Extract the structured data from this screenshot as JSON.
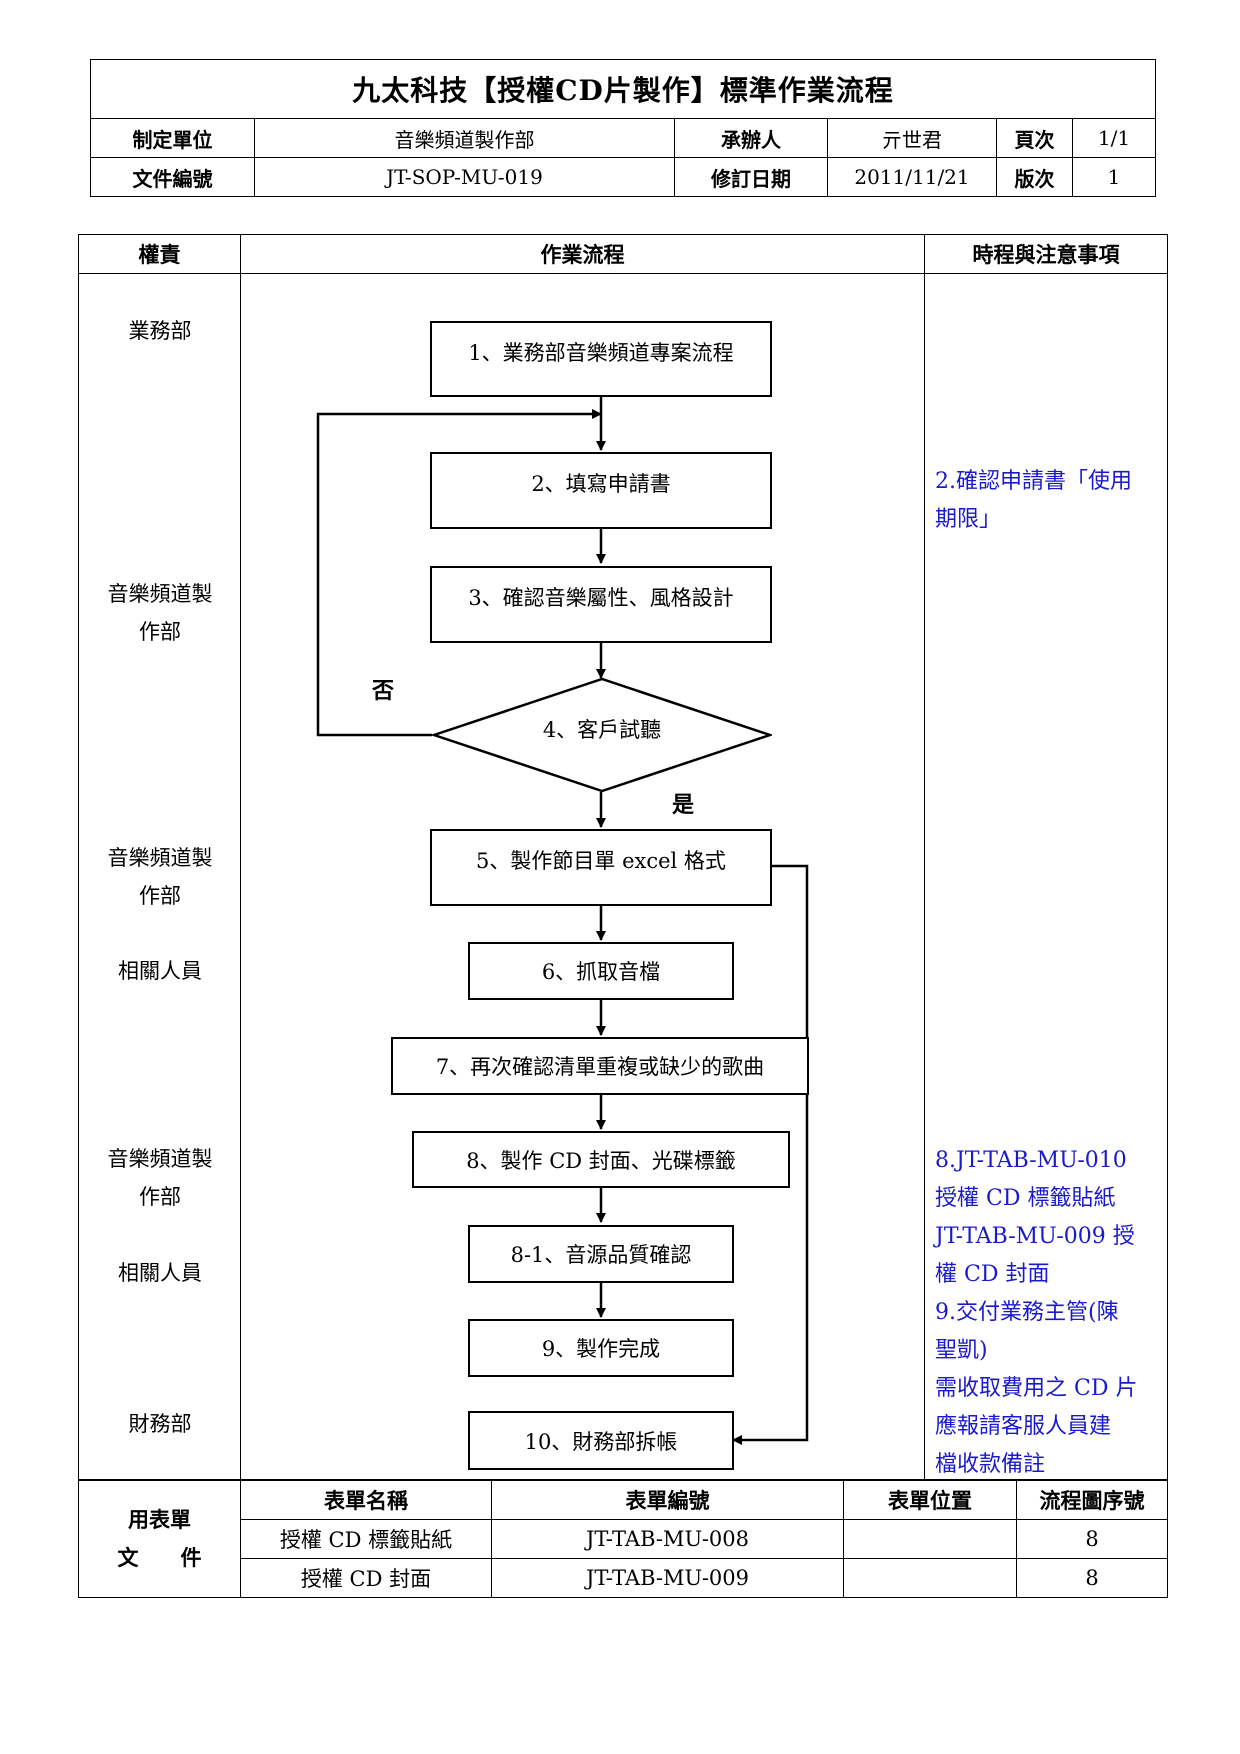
{
  "header": {
    "title": "九太科技【授權CD片製作】標準作業流程",
    "row1": {
      "dept_label": "制定單位",
      "dept_value": "音樂頻道製作部",
      "handler_label": "承辦人",
      "handler_value": "亓世君",
      "page_label": "頁次",
      "page_value": "1/1"
    },
    "row2": {
      "doc_label": "文件編號",
      "doc_value": "JT-SOP-MU-019",
      "rev_date_label": "修訂日期",
      "rev_date_value": "2011/11/21",
      "version_label": "版次",
      "version_value": "1"
    }
  },
  "main": {
    "col_responsibility": "權責",
    "col_flow": "作業流程",
    "col_notes": "時程與注意事項"
  },
  "responsibility": {
    "r1": "業務部",
    "r2": "音樂頻道製\n作部",
    "r3": "音樂頻道製\n作部",
    "r4": "相關人員",
    "r5": "音樂頻道製\n作部",
    "r6": "相關人員",
    "r7": "財務部"
  },
  "flow": {
    "s1": "1、業務部音樂頻道專案流程",
    "s2": "2、填寫申請書",
    "s3": "3、確認音樂屬性、風格設計",
    "s4": "4、客戶試聽",
    "s5": "5、製作節目單 excel 格式",
    "s6": "6、抓取音檔",
    "s7": "7、再次確認清單重複或缺少的歌曲",
    "s8": "8、製作 CD 封面、光碟標籤",
    "s8_1": "8-1、音源品質確認",
    "s9": "9、製作完成",
    "s10": "10、財務部拆帳",
    "no": "否",
    "yes": "是"
  },
  "notes": {
    "n1": "2.確認申請書「使用\n期限」",
    "n2": "8.JT-TAB-MU-010\n授權 CD 標籤貼紙\nJT-TAB-MU-009 授\n權 CD 封面\n9.交付業務主管(陳\n聖凱)\n需收取費用之 CD 片\n應報請客服人員建\n檔收款備註"
  },
  "forms": {
    "label_line1": "用表單",
    "label_line2": "文　　件",
    "col_name": "表單名稱",
    "col_id": "表單編號",
    "col_location": "表單位置",
    "col_seq": "流程圖序號",
    "rows": [
      {
        "name": "授權 CD 標籤貼紙",
        "id": "JT-TAB-MU-008",
        "location": "",
        "seq": "8"
      },
      {
        "name": "授權 CD 封面",
        "id": "JT-TAB-MU-009",
        "location": "",
        "seq": "8"
      }
    ]
  }
}
